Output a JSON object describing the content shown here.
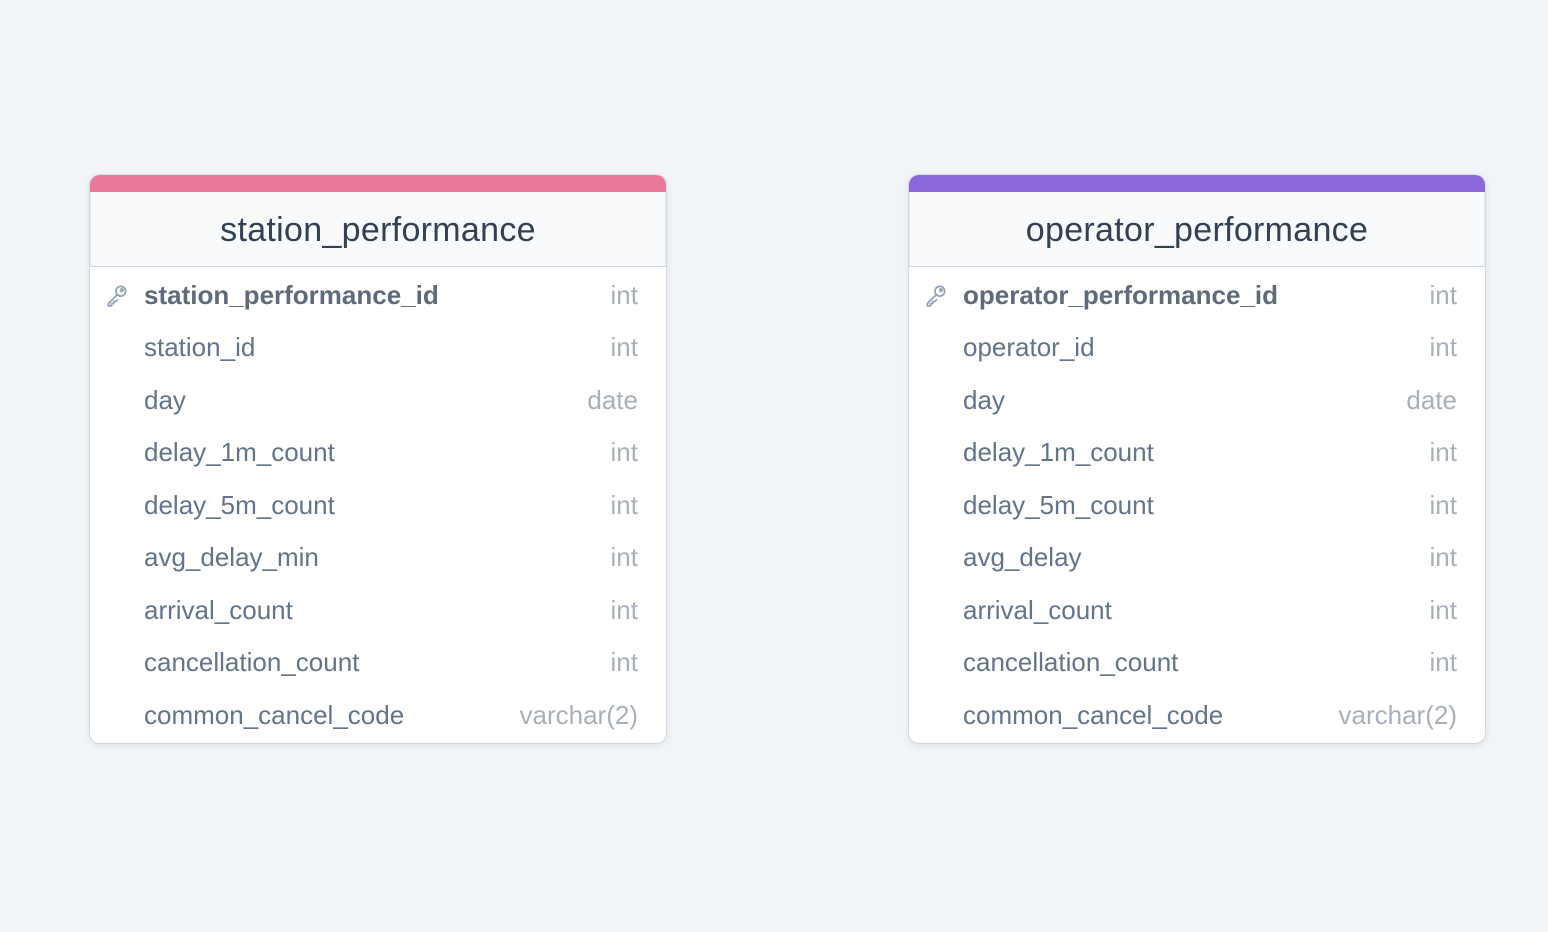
{
  "tables": [
    {
      "name": "station_performance",
      "accent_color": "#e8799b",
      "columns": [
        {
          "name": "station_performance_id",
          "type": "int",
          "primary_key": true
        },
        {
          "name": "station_id",
          "type": "int"
        },
        {
          "name": "day",
          "type": "date"
        },
        {
          "name": "delay_1m_count",
          "type": "int"
        },
        {
          "name": "delay_5m_count",
          "type": "int"
        },
        {
          "name": "avg_delay_min",
          "type": "int"
        },
        {
          "name": "arrival_count",
          "type": "int"
        },
        {
          "name": "cancellation_count",
          "type": "int"
        },
        {
          "name": "common_cancel_code",
          "type": "varchar(2)"
        }
      ]
    },
    {
      "name": "operator_performance",
      "accent_color": "#8b67dc",
      "columns": [
        {
          "name": "operator_performance_id",
          "type": "int",
          "primary_key": true
        },
        {
          "name": "operator_id",
          "type": "int"
        },
        {
          "name": "day",
          "type": "date"
        },
        {
          "name": "delay_1m_count",
          "type": "int"
        },
        {
          "name": "delay_5m_count",
          "type": "int"
        },
        {
          "name": "avg_delay",
          "type": "int"
        },
        {
          "name": "arrival_count",
          "type": "int"
        },
        {
          "name": "cancellation_count",
          "type": "int"
        },
        {
          "name": "common_cancel_code",
          "type": "varchar(2)"
        }
      ]
    }
  ],
  "icons": {
    "primary_key": "key-icon"
  }
}
